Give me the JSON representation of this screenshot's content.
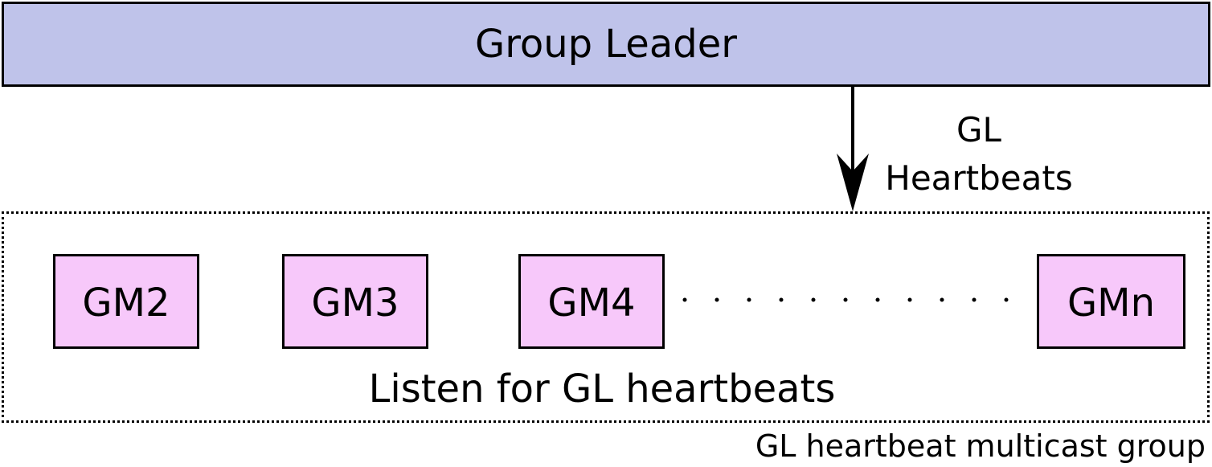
{
  "leader": {
    "label": "Group Leader",
    "fill": "#bfc3ea"
  },
  "flow": {
    "label_line1": "GL",
    "label_line2": "Heartbeats"
  },
  "members": [
    {
      "label": "GM2"
    },
    {
      "label": "GM3"
    },
    {
      "label": "GM4"
    },
    {
      "label": "GMn"
    }
  ],
  "member_fill": "#f7c8fa",
  "group": {
    "caption": "Listen for GL heartbeats",
    "name": "GL heartbeat multicast group"
  }
}
